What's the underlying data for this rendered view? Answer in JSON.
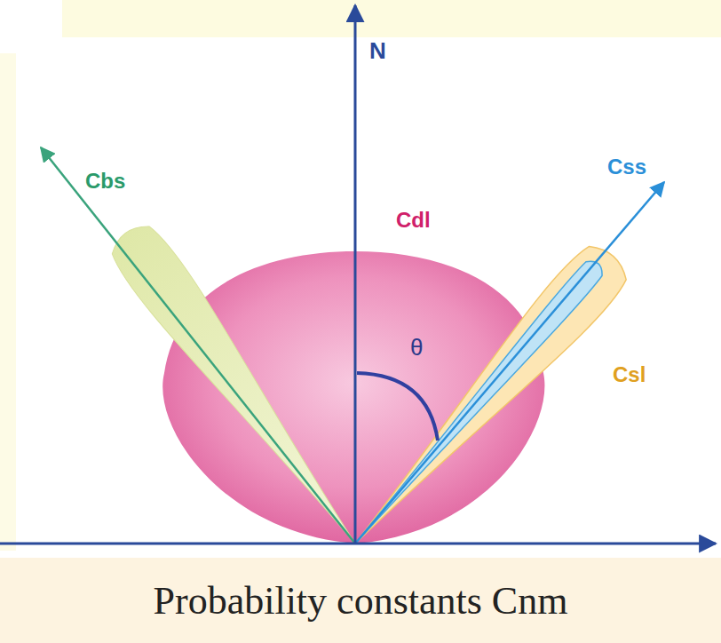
{
  "diagram": {
    "caption": "Probability constants Cnm",
    "labels": [
      "N",
      "Cbs",
      "Css",
      "Cdl",
      "Csl",
      "θ"
    ]
  }
}
